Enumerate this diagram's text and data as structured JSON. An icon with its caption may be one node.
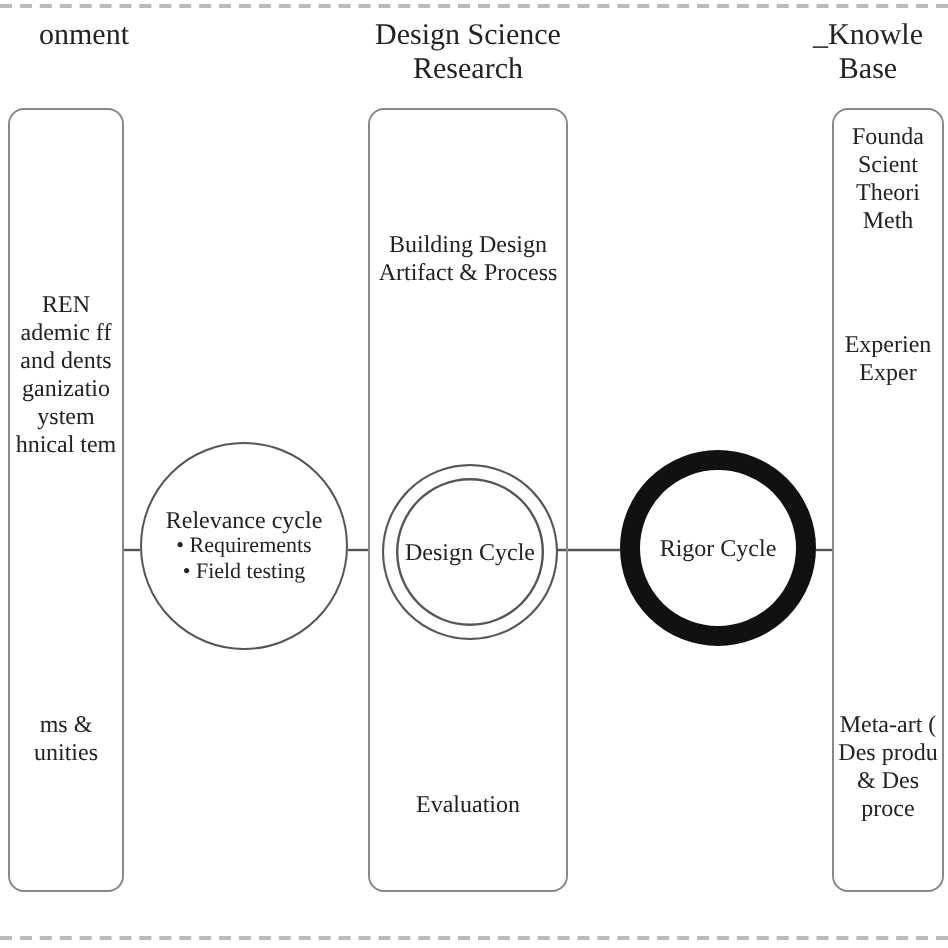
{
  "diagram": {
    "nodes": [
      {
        "text": [
          "onment",
          "REN ademic ff and dents ganizatio ystem hnical tem",
          "ms & unities"
        ]
      },
      {
        "text": [
          "Relevance cycle",
          "• Requirements",
          "• Field testing"
        ]
      },
      {
        "text": [
          "Design Science Research",
          "Building Design Artifact & Process",
          "Evaluation"
        ]
      },
      {
        "text": [
          "Design Cycle"
        ],
        "in": 2
      },
      {
        "text": [
          "Rigor Cycle"
        ]
      },
      {
        "text": [
          "_Knowle Base",
          "Founda Scient Theori Meth",
          "Experien Exper",
          "Meta-art ( Des produ & Des proce"
        ]
      }
    ],
    "edges": [
      {
        "from": 0,
        "to": 1,
        "arrow": "none"
      },
      {
        "from": 1,
        "to": 2,
        "arrow": "none"
      },
      {
        "from": 3,
        "to": 4,
        "arrow": "none"
      },
      {
        "from": 4,
        "to": 5,
        "arrow": "none"
      }
    ]
  }
}
